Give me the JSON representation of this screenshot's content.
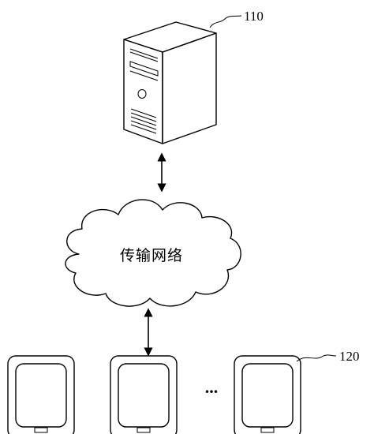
{
  "diagram": {
    "server": {
      "ref_label": "110",
      "icon": "server-tower-icon"
    },
    "network": {
      "label": "传输网络",
      "icon": "cloud-icon"
    },
    "terminals": {
      "ref_label": "120",
      "count_shown": 3,
      "ellipsis": "...",
      "icon": "tablet-terminal-icon"
    },
    "links": [
      {
        "from": "server",
        "to": "network",
        "direction": "bidirectional"
      },
      {
        "from": "network",
        "to": "terminals",
        "direction": "bidirectional"
      }
    ]
  }
}
